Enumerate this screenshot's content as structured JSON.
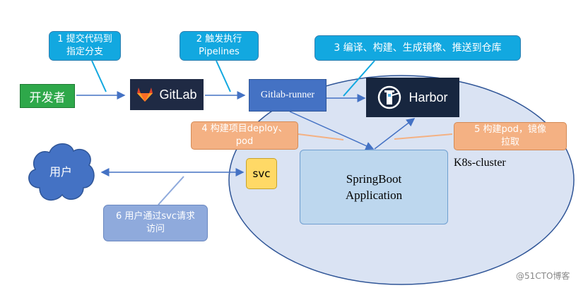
{
  "colors": {
    "accent_blue": "#12a8e0",
    "runner_blue": "#4472c4",
    "cluster_fill": "#dae3f3",
    "app_fill": "#bdd7ee",
    "developer_green": "#2ea84a",
    "svc_yellow": "#ffd966",
    "orange": "#f4b183",
    "gray_blue": "#8faadc",
    "dark_navy": "#1f2a44"
  },
  "nodes": {
    "developer": "开发者",
    "gitlab": "GitLab",
    "runner": "Gitlab-runner",
    "harbor": "Harbor",
    "user": "用户",
    "svc": "svc",
    "app": "SpringBoot Application",
    "cluster": "K8s-cluster"
  },
  "callouts": {
    "step1": "1 提交代码到指定分支",
    "step2": "2 触发执行Pipelines",
    "step3": "3 编译、构建、生成镜像、推送到仓库",
    "step4": "4 构建项目deploy、pod",
    "step5": "5 构建pod，镜像拉取",
    "step6": "6 用户通过svc请求访问"
  },
  "watermark": "@51CTO博客",
  "icons": [
    "gitlab-logo-icon",
    "harbor-lighthouse-icon",
    "cloud-shape-icon"
  ]
}
